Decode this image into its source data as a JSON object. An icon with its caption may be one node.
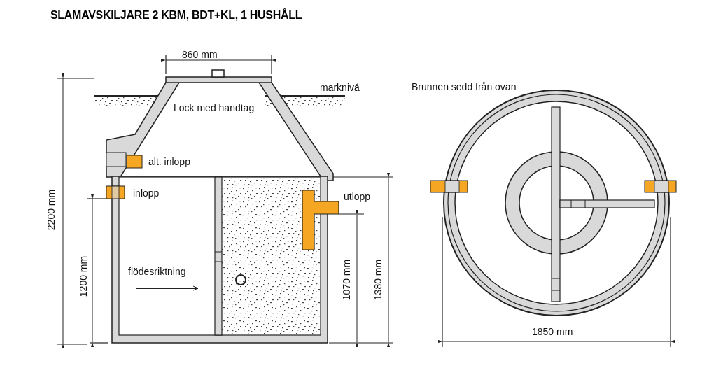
{
  "diagram": {
    "title": "SLAMAVSKILJARE 2 KBM, BDT+KL, 1 HUSHÅLL",
    "labels": [
      "860 mm",
      "marknivå",
      "Brunnen sedd från ovan",
      "Lock med handtag",
      "alt. inlopp",
      "inlopp",
      "utlopp",
      "2200 mm",
      "1200 mm",
      "flödesriktning",
      "1070 mm",
      "1380 mm",
      "1850 mm"
    ]
  }
}
